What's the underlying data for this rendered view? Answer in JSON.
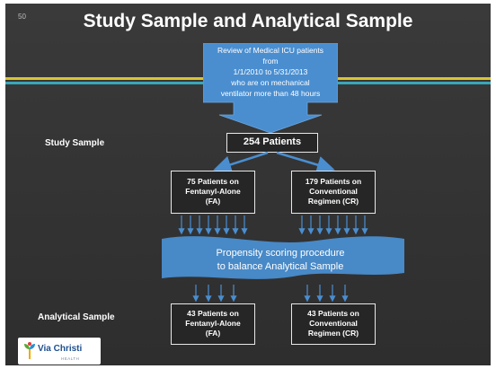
{
  "slide_number": "50",
  "title": "Study Sample and Analytical Sample",
  "callout": {
    "line1": "Review of Medical ICU patients",
    "line2": "from",
    "line3": "1/1/2010 to 5/31/2013",
    "line4": "who are on mechanical",
    "line5": "ventilator more than 48 hours"
  },
  "study_sample_label": "Study Sample",
  "total_box": "254 Patients",
  "fa_box": {
    "line1": "75 Patients on",
    "line2": "Fentanyl-Alone",
    "line3": "(FA)"
  },
  "cr_box": {
    "line1": "179 Patients on",
    "line2": "Conventional",
    "line3": "Regimen (CR)"
  },
  "propensity": {
    "line1": "Propensity scoring procedure",
    "line2": "to balance Analytical Sample"
  },
  "analytical_sample_label": "Analytical Sample",
  "fa_analytical_box": {
    "line1": "43 Patients on",
    "line2": "Fentanyl-Alone",
    "line3": "(FA)"
  },
  "cr_analytical_box": {
    "line1": "43 Patients on",
    "line2": "Conventional",
    "line3": "Regimen (CR)"
  },
  "logo": {
    "name": "Via Christi",
    "sub": "HEALTH"
  },
  "colors": {
    "blue": "#4a8ed0",
    "yellow_line": "#d8c534",
    "teal_line": "#3aa7b8"
  }
}
